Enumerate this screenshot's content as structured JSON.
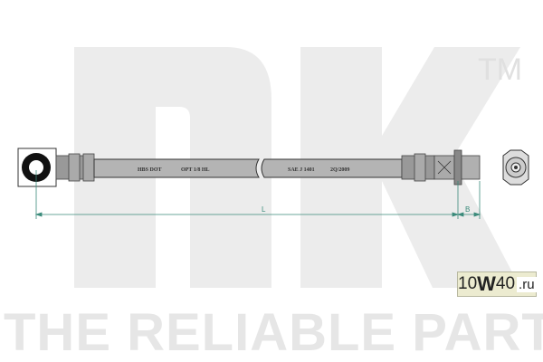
{
  "logo": {
    "brand": "nK",
    "trademark": "TM"
  },
  "slogan": "THE RELIABLE PART",
  "hose_markings": [
    "HBS DOT",
    "OPT 1/8 HL",
    "SAE J 1401",
    "2Q/2009"
  ],
  "dimensions": {
    "length_label": "L",
    "b_label": "B"
  },
  "watermark": {
    "prefix": "10",
    "w": "W",
    "suffix": "40",
    "domain": ".ru"
  }
}
